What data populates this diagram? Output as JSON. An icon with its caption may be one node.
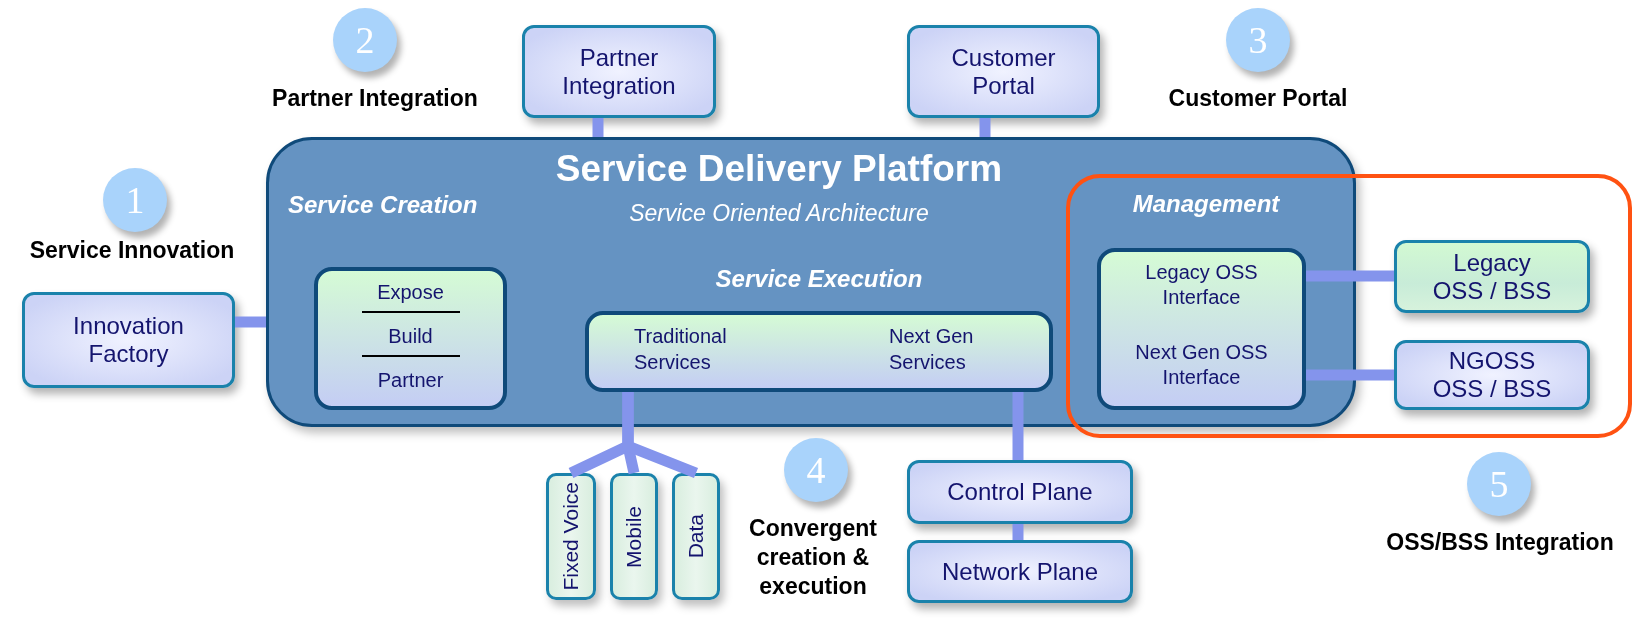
{
  "diagram": {
    "nodes": [
      {
        "text": [
          "2"
        ],
        "beside": [
          "Partner Integration"
        ]
      },
      {
        "text": [
          "Partner Integration"
        ]
      },
      {
        "text": [
          "Customer Portal"
        ]
      },
      {
        "text": [
          "3"
        ],
        "beside": [
          "Customer Portal"
        ]
      },
      {
        "text": [
          "1"
        ],
        "beside": [
          "Service Innovation"
        ]
      },
      {
        "text": [
          "Service Delivery Platform",
          "Service Oriented Architecture"
        ]
      },
      {
        "text": [
          "Service Creation",
          "Expose",
          "Build",
          "Partner"
        ],
        "in": 5
      },
      {
        "text": [
          "Service Execution",
          "Traditional Services",
          "Next Gen Services"
        ],
        "in": 5
      },
      {
        "text": [
          "Management",
          "Legacy OSS Interface",
          "Next Gen OSS Interface"
        ],
        "in": 5
      },
      {
        "text": [
          "Innovation Factory"
        ]
      },
      {
        "text": [
          "Legacy OSS / BSS"
        ]
      },
      {
        "text": [
          "NGOSS OSS / BSS"
        ]
      },
      {
        "text": [
          "Fixed Voice"
        ]
      },
      {
        "text": [
          "Mobile"
        ]
      },
      {
        "text": [
          "Data"
        ]
      },
      {
        "text": [
          "4"
        ],
        "beside": [
          "Convergent creation & execution"
        ]
      },
      {
        "text": [
          "Control Plane"
        ]
      },
      {
        "text": [
          "Network Plane"
        ]
      },
      {
        "text": [
          "5"
        ],
        "beside": [
          "OSS/BSS Integration"
        ]
      }
    ],
    "edges": [
      {
        "from": 9,
        "to": 5,
        "arrow": "none"
      },
      {
        "from": 1,
        "to": 5,
        "arrow": "none"
      },
      {
        "from": 2,
        "to": 5,
        "arrow": "none"
      },
      {
        "from": 7,
        "to": 12,
        "arrow": "none"
      },
      {
        "from": 7,
        "to": 13,
        "arrow": "none"
      },
      {
        "from": 7,
        "to": 14,
        "arrow": "none"
      },
      {
        "from": 7,
        "to": 16,
        "arrow": "none"
      },
      {
        "from": 16,
        "to": 17,
        "arrow": "none"
      },
      {
        "from": 8,
        "to": 10,
        "arrow": "none"
      },
      {
        "from": 8,
        "to": 11,
        "arrow": "none"
      }
    ]
  }
}
